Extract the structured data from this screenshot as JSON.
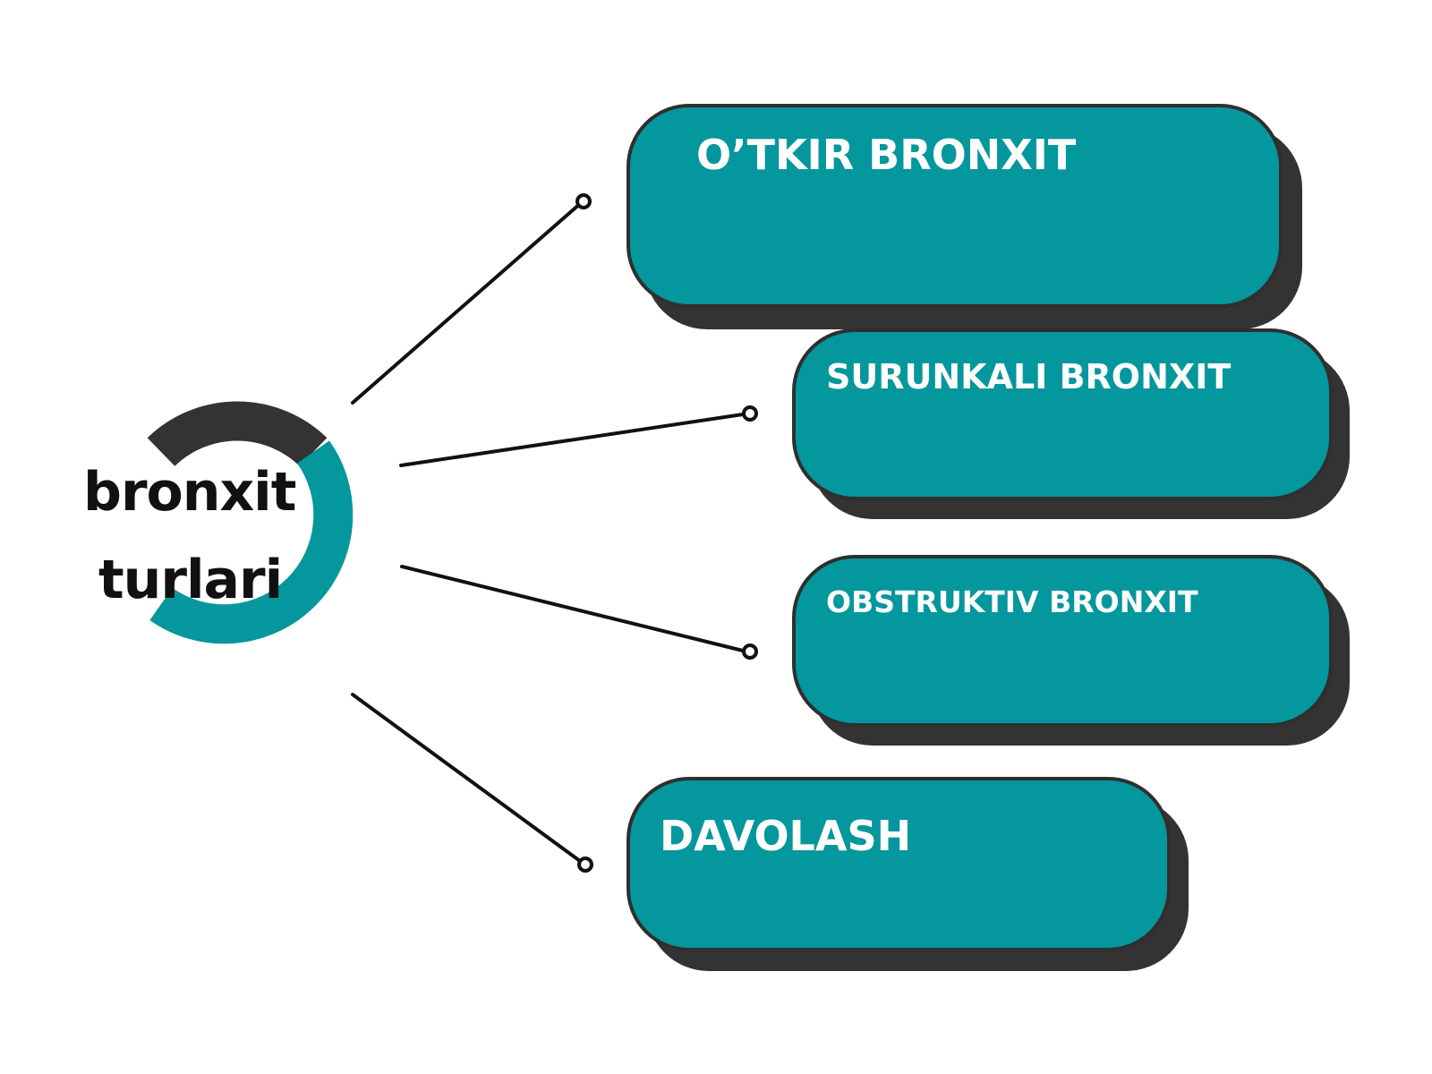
{
  "center": {
    "line1": "bronxit",
    "line2": "turlari"
  },
  "nodes": [
    {
      "label": "O’TKIR BRONXIT"
    },
    {
      "label": "SURUNKALI BRONXIT"
    },
    {
      "label": "OBSTRUKTIV BRONXIT"
    },
    {
      "label": "DAVOLASH"
    }
  ],
  "colors": {
    "teal": "#04979d",
    "dark": "#333333",
    "text_dark": "#111111",
    "text_light": "#ffffff",
    "background": "#ffffff"
  }
}
